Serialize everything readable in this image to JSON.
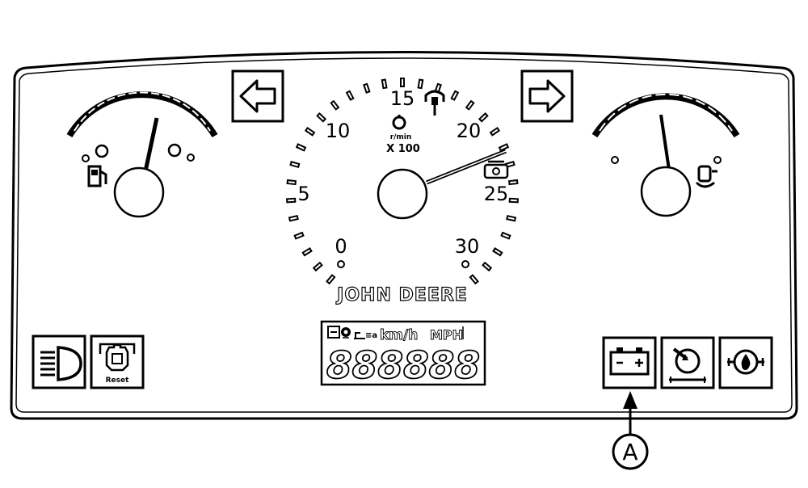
{
  "tachometer": {
    "scale_labels": [
      "0",
      "5",
      "10",
      "15",
      "20",
      "25",
      "30"
    ],
    "unit_label": "r/min",
    "multiplier_label": "X 100"
  },
  "brand": {
    "name": "JOHN DEERE"
  },
  "display": {
    "unit_label": "km/h",
    "alt_unit_label": "MPH",
    "digits": "888888"
  },
  "callout": {
    "label": "A"
  },
  "colors": {
    "ink": "#000000",
    "paper": "#ffffff"
  },
  "icons": {
    "left_turn": "left-turn-arrow-icon",
    "right_turn": "right-turn-arrow-icon",
    "fuel": "fuel-pump-icon",
    "coolant": "coolant-temperature-icon",
    "headlights": "headlight-icon",
    "engine_reset": "engine-reset-icon",
    "battery": "battery-icon",
    "hydraulic": "hydraulic-filter-icon",
    "oil_pressure": "oil-pressure-icon"
  }
}
